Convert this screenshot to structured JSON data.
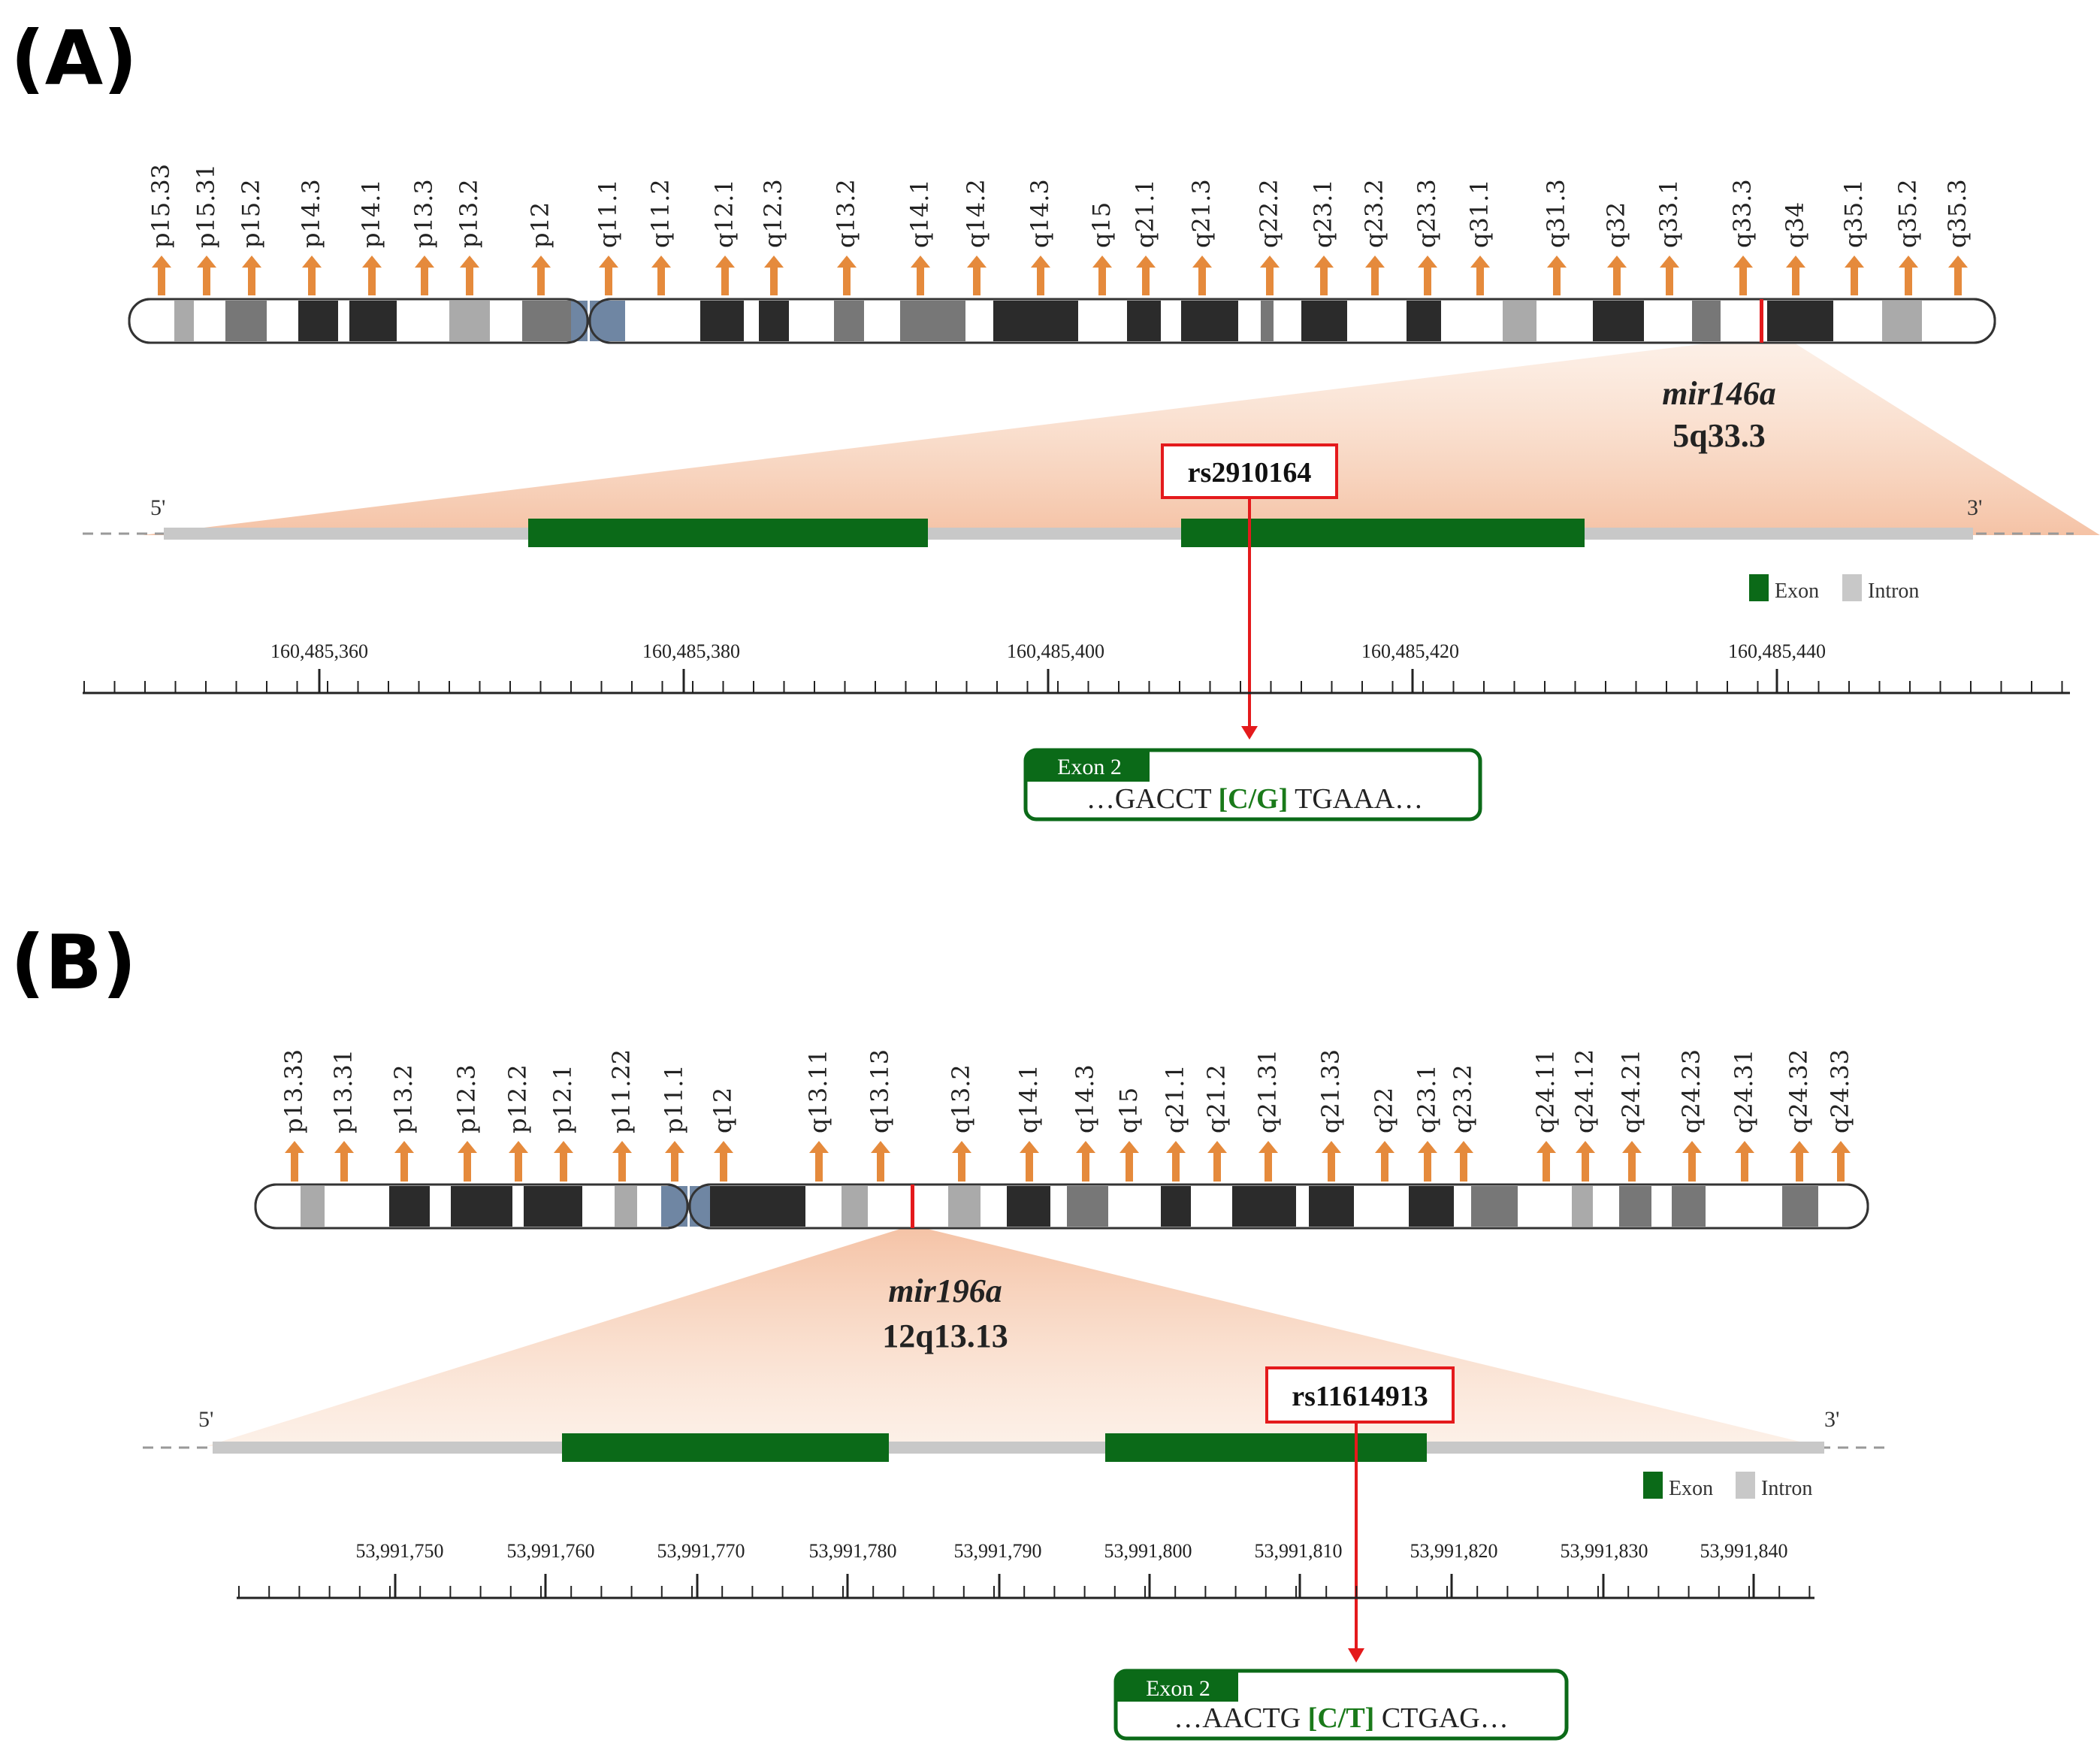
{
  "panels": [
    {
      "label": "(A)",
      "bands": [
        "p15.33",
        "p15.31",
        "p15.2",
        "p14.3",
        "p14.1",
        "p13.3",
        "p13.2",
        "p12",
        "q11.1",
        "q11.2",
        "q12.1",
        "q12.3",
        "q13.2",
        "q14.1",
        "q14.2",
        "q14.3",
        "q15",
        "q21.1",
        "q21.3",
        "q22.2",
        "q23.1",
        "q23.2",
        "q23.3",
        "q31.1",
        "q31.3",
        "q32",
        "q33.1",
        "q33.3",
        "q34",
        "q35.1",
        "q35.2",
        "q35.3"
      ],
      "gene": "mir146a",
      "locus": "5q33.3",
      "snp": "rs2910164",
      "five_prime": "5'",
      "three_prime": "3'",
      "legend": {
        "exon": "Exon",
        "intron": "Intron"
      },
      "coordinates": [
        "160,485,360",
        "160,485,380",
        "160,485,400",
        "160,485,420",
        "160,485,440"
      ],
      "exon_box": {
        "title": "Exon 2",
        "seq_left": "…GACCT ",
        "allele": "[C/G]",
        "seq_right": " TGAAA…"
      }
    },
    {
      "label": "(B)",
      "bands": [
        "p13.33",
        "p13.31",
        "p13.2",
        "p12.3",
        "p12.2",
        "p12.1",
        "p11.22",
        "p11.1",
        "q12",
        "q13.11",
        "q13.13",
        "q13.2",
        "q14.1",
        "q14.3",
        "q15",
        "q21.1",
        "q21.2",
        "q21.31",
        "q21.33",
        "q22",
        "q23.1",
        "q23.2",
        "q24.11",
        "q24.12",
        "q24.21",
        "q24.23",
        "q24.31",
        "q24.32",
        "q24.33"
      ],
      "gene": "mir196a",
      "locus": "12q13.13",
      "snp": "rs11614913",
      "five_prime": "5'",
      "three_prime": "3'",
      "legend": {
        "exon": "Exon",
        "intron": "Intron"
      },
      "coordinates": [
        "53,991,750",
        "53,991,760",
        "53,991,770",
        "53,991,780",
        "53,991,790",
        "53,991,800",
        "53,991,810",
        "53,991,820",
        "53,991,830",
        "53,991,840"
      ],
      "exon_box": {
        "title": "Exon 2",
        "seq_left": "…AACTG ",
        "allele": "[C/T]",
        "seq_right": " CTGAG…"
      }
    }
  ],
  "colors": {
    "arrow": "#e58a3c",
    "marker": "#e41a1c",
    "exon": "#0b6a18",
    "intron": "#c8c8c8",
    "zoom": "#f6c9a8",
    "centromere": "#6f86a3"
  }
}
